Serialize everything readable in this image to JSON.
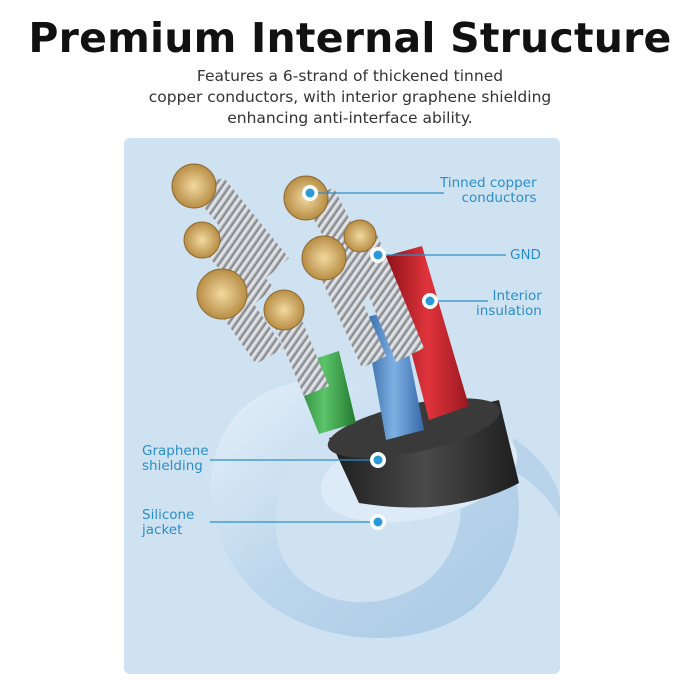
{
  "heading": {
    "title": "Premium Internal Structure",
    "subtitle_lines": [
      "Features a 6-strand of thickened tinned",
      "copper conductors, with interior graphene shielding",
      "enhancing anti-interface ability."
    ]
  },
  "callouts": {
    "tinned_copper": [
      "Tinned copper",
      "conductors"
    ],
    "gnd": [
      "GND"
    ],
    "interior_insulation": [
      "Interior",
      "insulation"
    ],
    "graphene": [
      "Graphene",
      "shielding"
    ],
    "silicone": [
      "Silicone",
      "jacket"
    ]
  },
  "colors": {
    "accent": "#2a8ec8",
    "panel_bg": "#cfe2f1",
    "jacket": "#c4dcef",
    "shield": "#2b2b2b",
    "wire_red": "#c8232c",
    "wire_blue": "#4a86c8",
    "wire_green": "#3aa04a",
    "copper": "#d8b878"
  }
}
